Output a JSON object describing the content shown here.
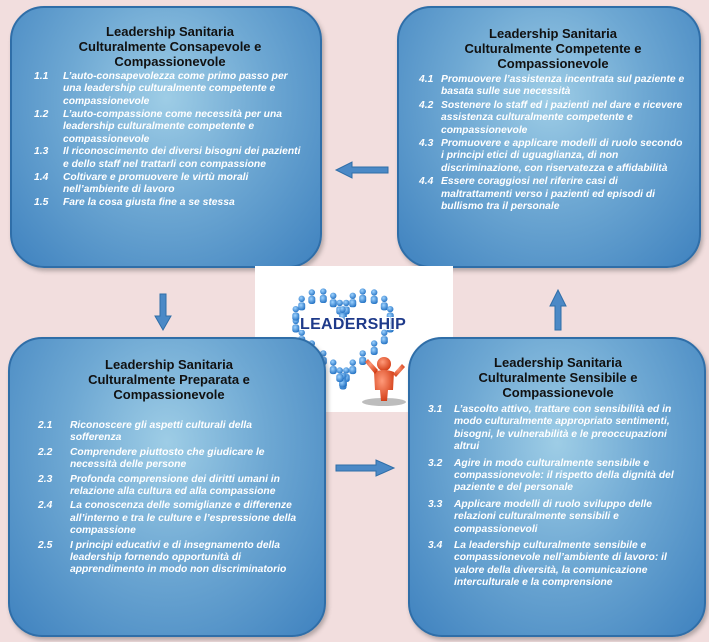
{
  "center": {
    "label": "LEADERSHIP"
  },
  "boxes": {
    "top_left": {
      "title": "Leadership Sanitaria\nCulturalmente Consapevole e\nCompassionevole",
      "items": [
        {
          "num": "1.1",
          "text": "L’auto-consapevolezza come primo passo per una leadership culturalmente competente e compassionevole"
        },
        {
          "num": "1.2",
          "text": "L’auto-compassione come necessità per una leadership culturalmente competente e compassionevole"
        },
        {
          "num": "1.3",
          "text": "Il riconoscimento dei diversi bisogni dei pazienti e dello staff nel trattarli con compassione"
        },
        {
          "num": "1.4",
          "text": "Coltivare e promuovere le virtù morali nell’ambiente di lavoro"
        },
        {
          "num": "1.5",
          "text": "Fare la cosa giusta fine a se stessa"
        }
      ]
    },
    "top_right": {
      "title": "Leadership Sanitaria\nCulturalmente Competente e\nCompassionevole",
      "items": [
        {
          "num": "4.1",
          "text": "Promuovere l’assistenza incentrata sul paziente e basata sulle sue necessità"
        },
        {
          "num": "4.2",
          "text": "Sostenere lo staff ed i pazienti nel dare e ricevere assistenza culturalmente competente e compassionevole"
        },
        {
          "num": "4.3",
          "text": "Promuovere e applicare modelli di ruolo secondo i principi etici di uguaglianza, di non discriminazione, con riservatezza e affidabilità"
        },
        {
          "num": "4.4",
          "text": "Essere coraggiosi nel riferire casi di maltrattamenti verso i pazienti ed episodi di bullismo tra il personale"
        }
      ]
    },
    "bottom_left": {
      "title": "Leadership Sanitaria\nCulturalmente Preparata e\nCompassionevole",
      "items": [
        {
          "num": "2.1",
          "text": "Riconoscere gli aspetti culturali della sofferenza"
        },
        {
          "num": "2.2",
          "text": "Comprendere piuttosto che giudicare le necessità delle persone"
        },
        {
          "num": "2.3",
          "text": "Profonda comprensione dei diritti umani in relazione alla cultura ed alla compassione"
        },
        {
          "num": "2.4",
          "text": "La conoscenza delle somiglianze e differenze all’interno e tra le culture e l’espressione della compassione"
        },
        {
          "num": "2.5",
          "text": "I principi educativi e di insegnamento della leadership fornendo opportunità di apprendimento in modo non discriminatorio"
        }
      ]
    },
    "bottom_right": {
      "title": "Leadership Sanitaria\nCulturalmente Sensibile e\nCompassionevole",
      "items": [
        {
          "num": "3.1",
          "text": "L’ascolto attivo, trattare con sensibilità ed in modo culturalmente appropriato sentimenti, bisogni, le vulnerabilità e le preoccupazioni altrui"
        },
        {
          "num": "3.2",
          "text": "Agire in modo culturalmente sensibile e compassionevole: il rispetto della dignità del paziente e del personale"
        },
        {
          "num": "3.3",
          "text": "Applicare modelli di ruolo sviluppo delle relazioni culturalmente sensibili e compassionevoli"
        },
        {
          "num": "3.4",
          "text": "La leadership culturalmente sensibile e compassionevole nell’ambiente di lavoro: il valore della diversità, la comunicazione interculturale e la comprensione"
        }
      ]
    }
  }
}
